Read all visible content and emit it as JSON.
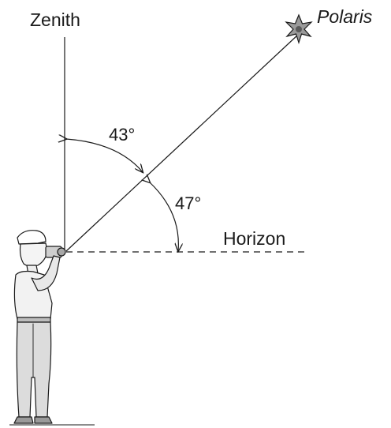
{
  "labels": {
    "zenith": "Zenith",
    "polaris": "Polaris",
    "angle_zenith": "43°",
    "angle_horizon": "47°",
    "horizon": "Horizon"
  },
  "colors": {
    "ink": "#1a1a1a",
    "background": "#ffffff"
  }
}
